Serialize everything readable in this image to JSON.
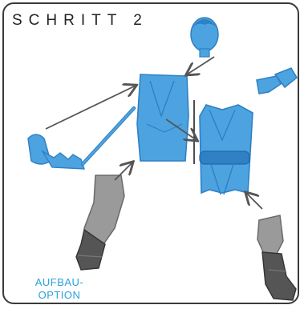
{
  "instruction": {
    "step_label": "SCHRITT 2",
    "build_option_line1": "AUFBAU-",
    "build_option_line2": "OPTION"
  },
  "colors": {
    "part_blue": "#4da3e0",
    "part_blue_dark": "#2f80c4",
    "leg_grey": "#9a9a9a",
    "boot_dark": "#555555",
    "arrow": "#555555",
    "frame": "#3a3a3a",
    "label_blue": "#2aa0dd"
  },
  "icons": [
    "head-icon",
    "arm-icon",
    "torso-icon",
    "vest-icon",
    "sword-arm-icon",
    "leg-icon"
  ]
}
